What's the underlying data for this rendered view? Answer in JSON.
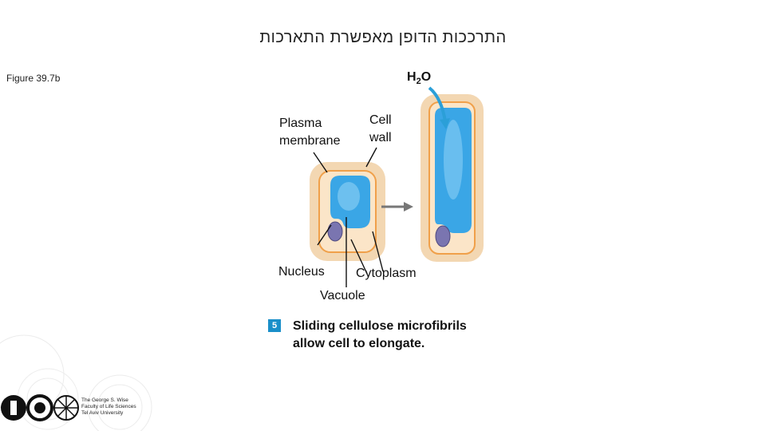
{
  "title": "התרככות הדופן מאפשרת התארכות",
  "figure_label": "Figure 39.7b",
  "labels": {
    "h2o_main": "H",
    "h2o_sub": "2",
    "h2o_tail": "O",
    "plasma_membrane_line1": "Plasma",
    "plasma_membrane_line2": "membrane",
    "cell_wall_line1": "Cell",
    "cell_wall_line2": "wall",
    "nucleus": "Nucleus",
    "cytoplasm": "Cytoplasm",
    "vacuole": "Vacuole"
  },
  "step": {
    "number": "5",
    "caption_line1": "Sliding cellulose microfibrils",
    "caption_line2": "allow cell to elongate."
  },
  "logo": {
    "line1": "The George S. Wise",
    "line2": "Faculty of Life Sciences",
    "line3": "Tel Aviv University"
  },
  "colors": {
    "cell_wall": "#f3d7b2",
    "cytoplasm": "#fbe5c8",
    "membrane": "#f0a04a",
    "vacuole": "#3aa6e6",
    "nucleus": "#7a75b0",
    "arrow": "#777777",
    "water_arrow": "#2b9fd8",
    "step_badge": "#1a8fc9"
  }
}
